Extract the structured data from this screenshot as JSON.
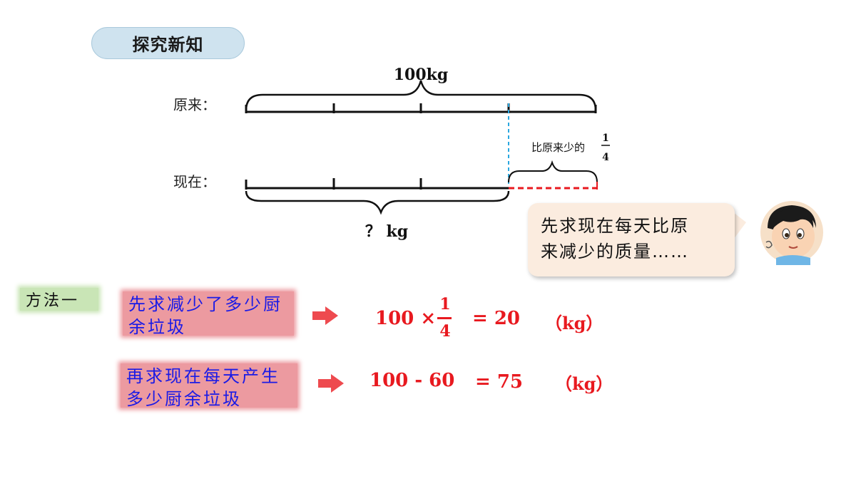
{
  "header": {
    "title": "探究新知"
  },
  "diagram": {
    "total_label": "100kg",
    "original_label": "原来：",
    "now_label": "现在：",
    "unknown_label": "？ kg",
    "reduction_label": "比原来少的",
    "reduction_fraction": {
      "numerator": "1",
      "denominator": "4"
    },
    "colors": {
      "reduction_line": "#e8191f",
      "guide_line": "#2aa7e0"
    }
  },
  "speech_bubble": {
    "lines": [
      "先求现在每天比原",
      "来减少的质量……"
    ]
  },
  "method": {
    "label": "方法一"
  },
  "steps": [
    {
      "text_lines": [
        "先求减少了多少厨",
        "余垃圾"
      ],
      "formula": {
        "left": "100 ×",
        "numerator": "1",
        "denominator": "4",
        "right": "= 20"
      },
      "unit": "（kg）"
    },
    {
      "text_lines": [
        "再求现在每天产生",
        "多少厨余垃圾"
      ],
      "formula": {
        "text": "100 - 60",
        "right": "= 75"
      },
      "unit": "（kg）"
    }
  ],
  "icons": {
    "arrow": "right-arrow-icon",
    "avatar": "boy-thinking-avatar"
  }
}
